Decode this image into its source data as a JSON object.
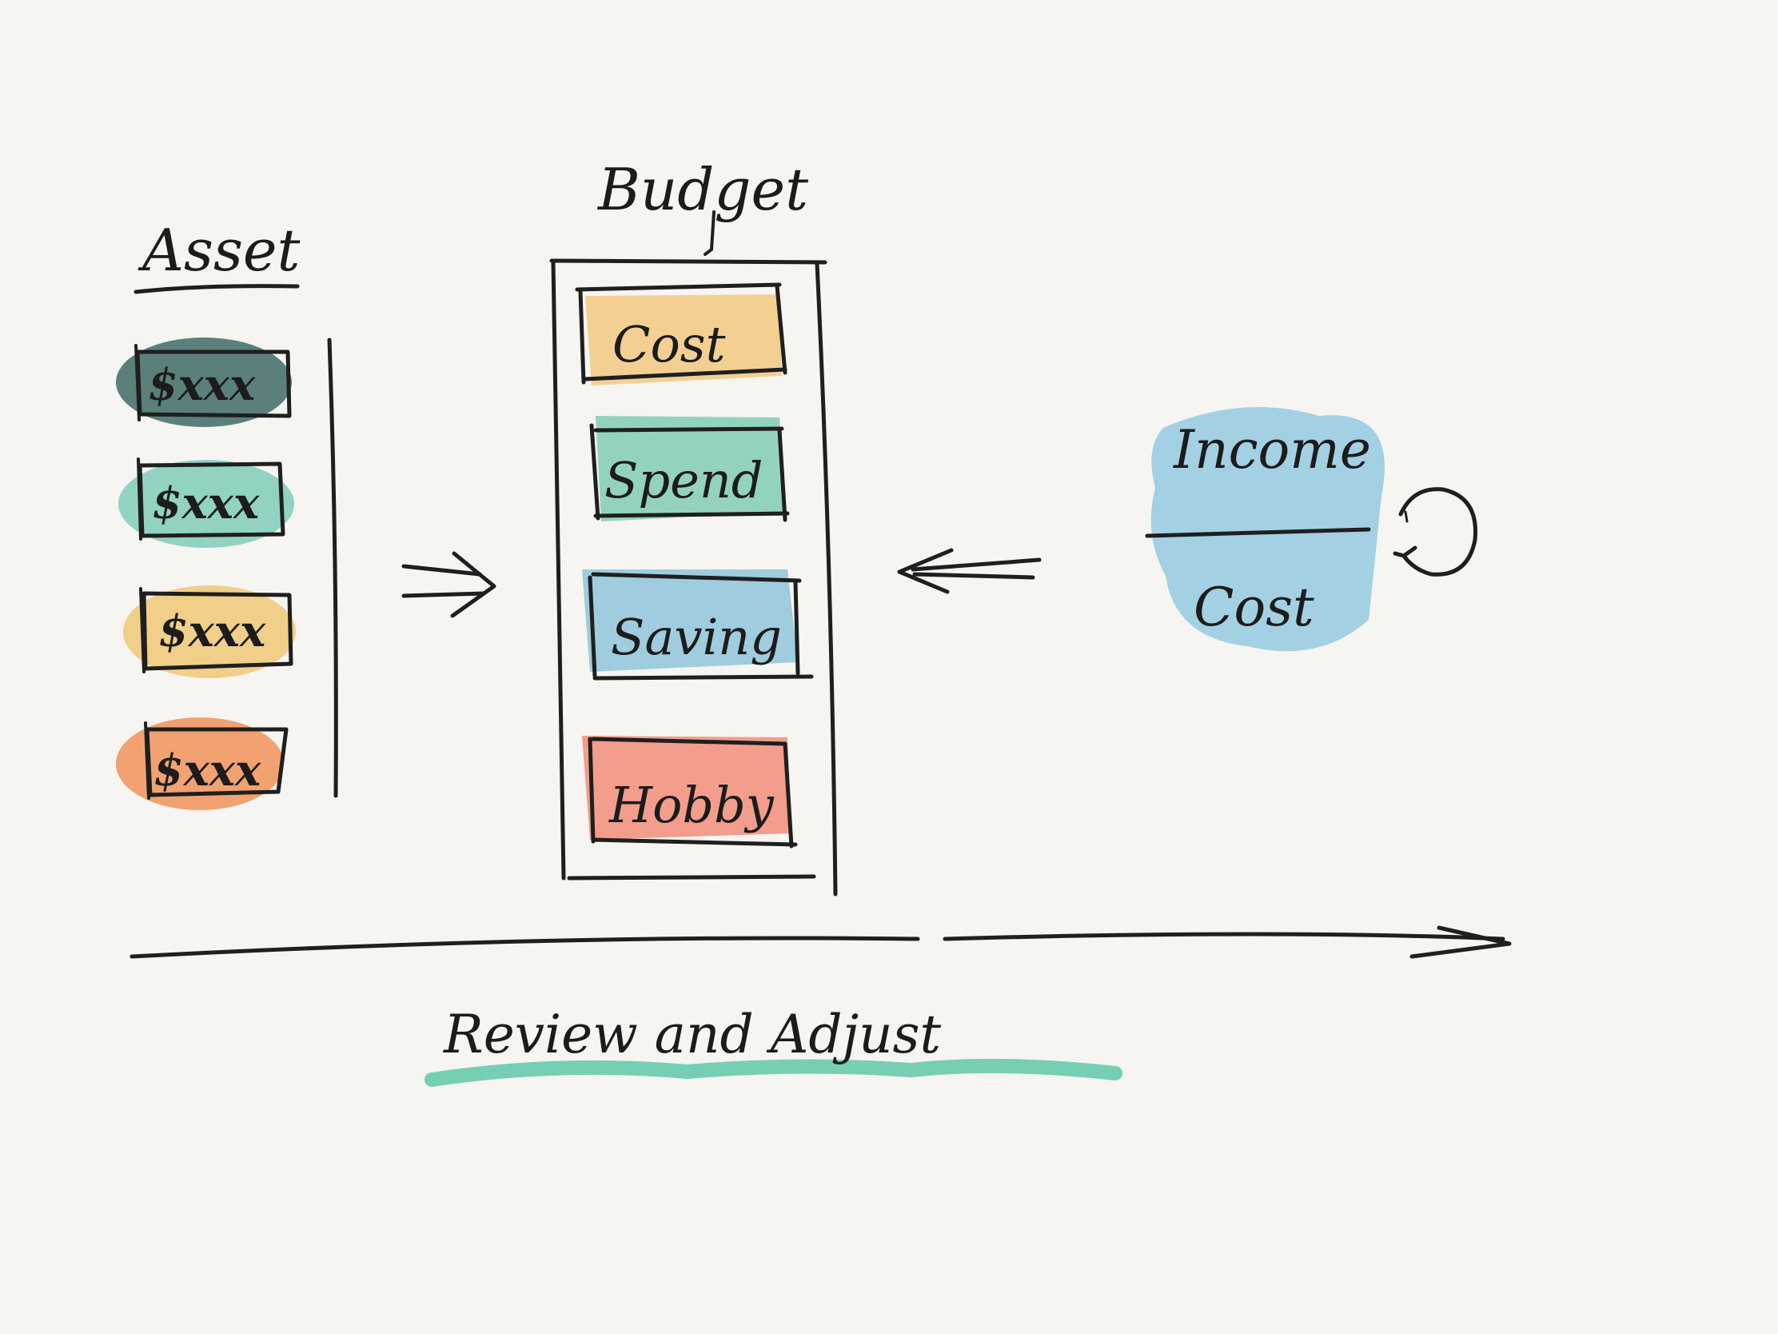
{
  "asset": {
    "title": "Asset",
    "items": [
      {
        "label": "$xxx",
        "color": "#2f5f5a"
      },
      {
        "label": "$xxx",
        "color": "#76c8b6"
      },
      {
        "label": "$xxx",
        "color": "#f0c46a"
      },
      {
        "label": "$xxx",
        "color": "#f08a4b"
      }
    ]
  },
  "budget": {
    "title": "Budget",
    "items": [
      {
        "label": "Cost",
        "color": "#f2c577"
      },
      {
        "label": "Spend",
        "color": "#79c9ac"
      },
      {
        "label": "Saving",
        "color": "#86c0d8"
      },
      {
        "label": "Hobby",
        "color": "#f28471"
      }
    ]
  },
  "ratio": {
    "numerator": "Income",
    "denominator": "Cost",
    "color": "#8cc7df"
  },
  "timeline": {
    "label": "Review and Adjust",
    "highlight_color": "#5fc8a8"
  },
  "colors": {
    "ink": "#1f1f1f",
    "paper": "#f6f5f1"
  }
}
